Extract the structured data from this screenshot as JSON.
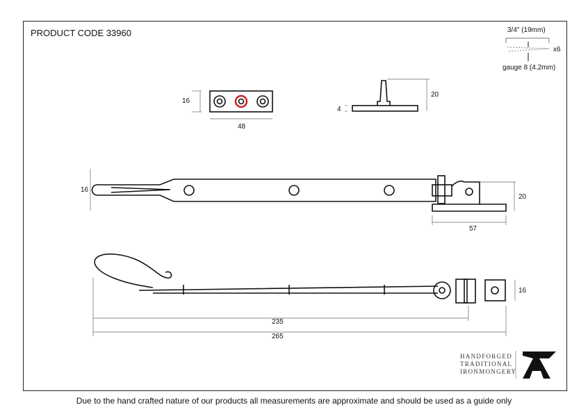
{
  "product_code": "PRODUCT CODE 33960",
  "screw": {
    "length": "3/4\" (19mm)",
    "qty": "x6",
    "gauge": "gauge 8 (4.2mm)"
  },
  "dimensions": {
    "keep_height": "16",
    "keep_width": "48",
    "pin_height": "20",
    "pin_base": "4",
    "stay_side_height": "16",
    "stay_bracket_height": "20",
    "stay_bracket_width": "57",
    "arm_bracket_height": "16",
    "arm_length_inner": "235",
    "arm_length_total": "265"
  },
  "logo": {
    "lines": [
      "HANDFORGED",
      "TRADITIONAL",
      "IRONMONGERY"
    ],
    "mark": "A"
  },
  "footer": "Due to the hand crafted nature of our products all measurements are approximate and should be used as a guide only"
}
